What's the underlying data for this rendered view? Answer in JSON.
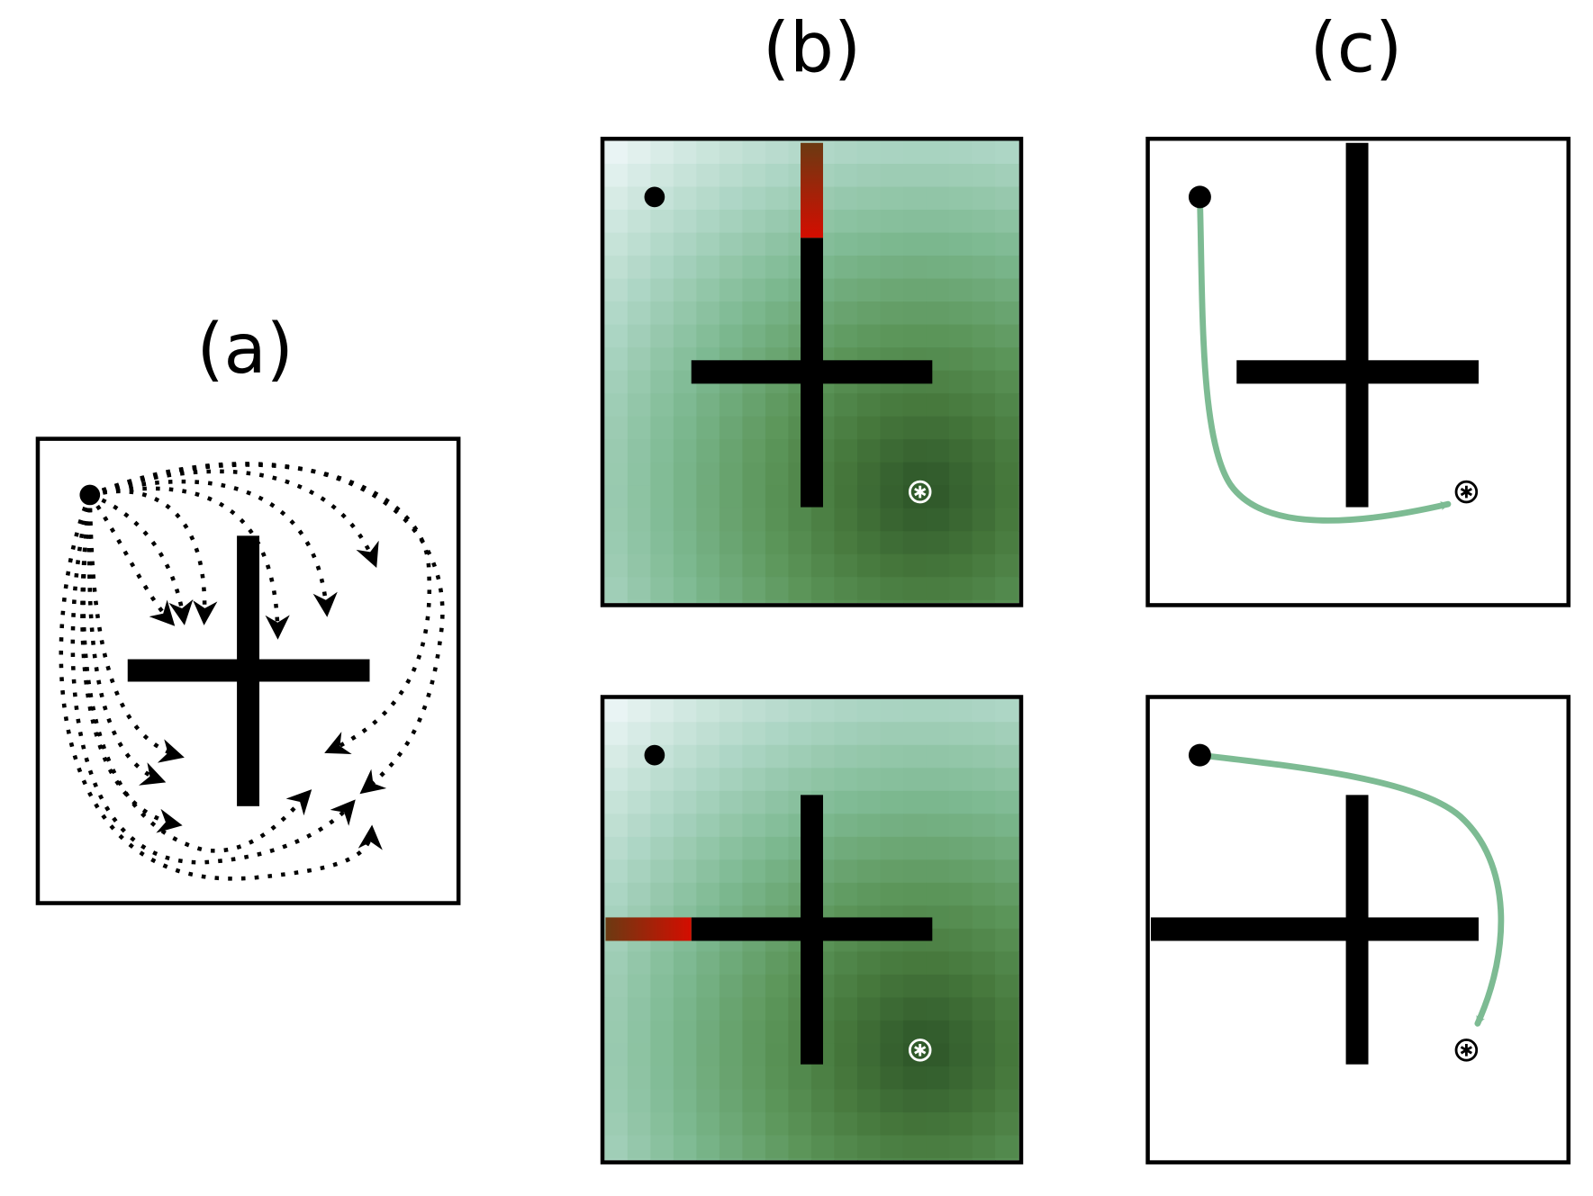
{
  "panels": {
    "a": {
      "label": "(a)"
    },
    "b": {
      "label": "(b)"
    },
    "c": {
      "label": "(c)"
    }
  },
  "colors": {
    "wall": "#000000",
    "route": "#7dbb93",
    "blocked_wall": "#d40d00",
    "blocked_wall_end": "#6b3a12",
    "heat_low": "#f2f9fb",
    "heat_high": "#2d5528"
  },
  "legend_icons": {
    "start": "filled-circle",
    "goal": "circled-asterisk"
  }
}
